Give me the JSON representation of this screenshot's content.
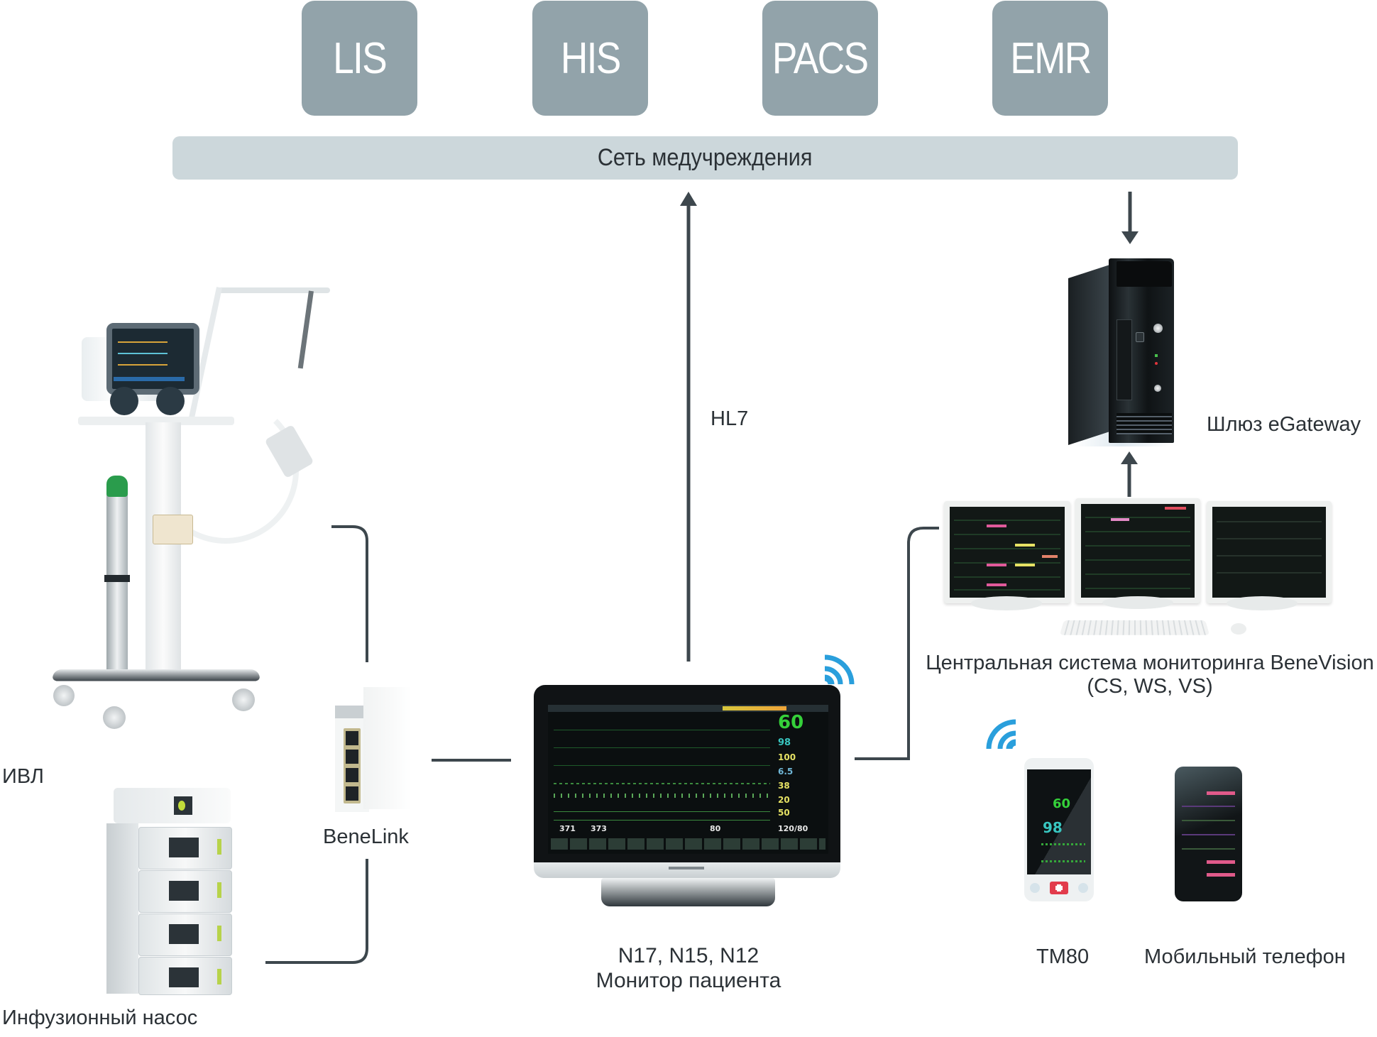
{
  "systems": [
    {
      "id": "lis",
      "label": "LIS"
    },
    {
      "id": "his",
      "label": "HIS"
    },
    {
      "id": "pacs",
      "label": "PACS"
    },
    {
      "id": "emr",
      "label": "EMR"
    }
  ],
  "network": {
    "label": "Сеть медучреждения"
  },
  "protocol": {
    "label": "HL7"
  },
  "gateway": {
    "label": "Шлюз eGateway"
  },
  "central_station": {
    "label_line1": "Центральная система мониторинга BeneVision",
    "label_line2": "(CS, WS, VS)"
  },
  "patient_monitor": {
    "label_line1": "N17, N15, N12",
    "label_line2": "Монитор пациента",
    "vitals": {
      "hr": "60",
      "spo2": "98",
      "nibp_mean": "100",
      "v4": "6.5",
      "v5": "38",
      "v6": "20",
      "v7": "50",
      "nibp": "120/80"
    },
    "bottom_values": [
      "371",
      "373",
      "80"
    ]
  },
  "ventilator": {
    "label": "ИВЛ"
  },
  "benelink": {
    "label": "BeneLink"
  },
  "infusion_pump": {
    "label": "Инфузионный насос"
  },
  "tm80": {
    "label": "TM80",
    "hr": "60",
    "spo2": "98"
  },
  "mobile_phone": {
    "label": "Мобильный телефон"
  },
  "colors": {
    "system_box": "#92a3aa",
    "network_bar": "#ccd7db",
    "connector": "#3d474d",
    "wifi": "#2a9fdc",
    "hr_green": "#35d03a",
    "spo2_cyan": "#38c6c0",
    "alarm_red": "#e23c4c"
  }
}
